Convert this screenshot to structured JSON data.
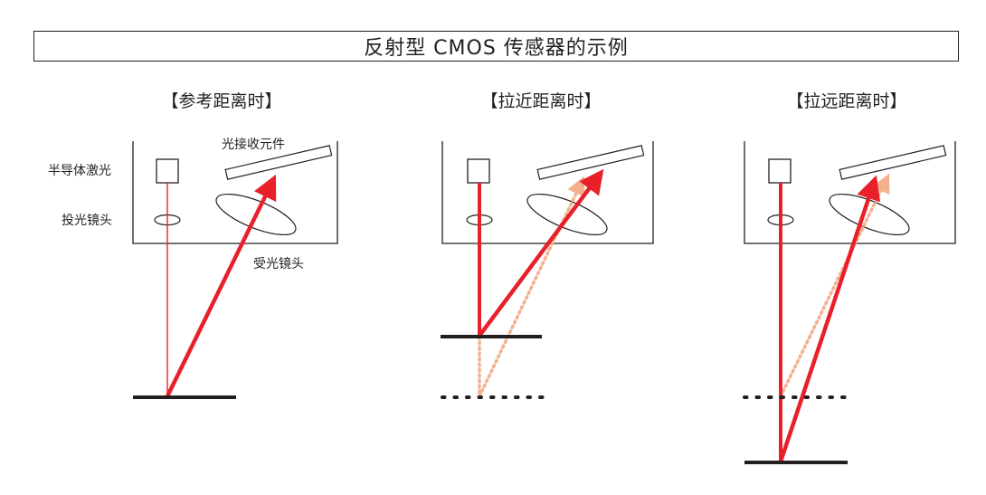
{
  "title": "反射型 CMOS 传感器的示例",
  "panels": [
    {
      "heading": "【参考距离时】"
    },
    {
      "heading": "【拉近距离时】"
    },
    {
      "heading": "【拉远距离时】"
    }
  ],
  "labels": {
    "laser": "半导体激光",
    "projector_lens": "投光镜头",
    "receiver_element": "光接收元件",
    "receiver_lens": "受光镜头"
  },
  "colors": {
    "beam_red": "#e8202a",
    "ghost_beam": "#f2b08c",
    "outline": "#231f20"
  }
}
